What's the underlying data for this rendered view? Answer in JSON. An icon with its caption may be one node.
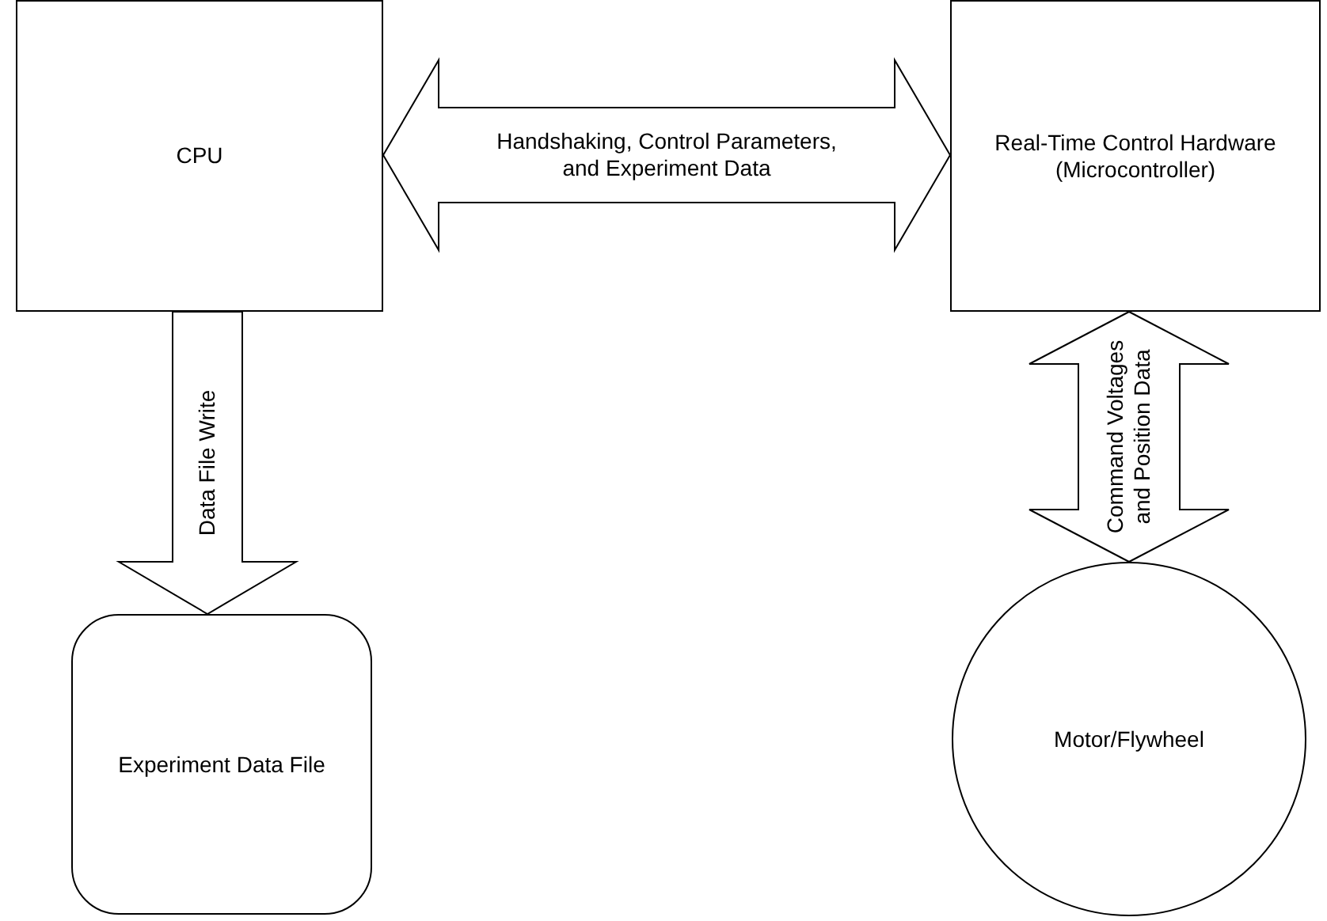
{
  "diagram": {
    "nodes": [
      {
        "text": [
          "CPU"
        ]
      },
      {
        "text": [
          "Real-Time Control Hardware (Microcontroller)"
        ]
      },
      {
        "text": [
          "Experiment Data File"
        ]
      },
      {
        "text": [
          "Motor/Flywheel"
        ]
      }
    ],
    "edges": [
      {
        "from": 0,
        "to": 1,
        "arrow": "both",
        "label": "Handshaking, Control Parameters, and Experiment Data"
      },
      {
        "from": 0,
        "to": 2,
        "arrow": "to",
        "label": "Data File Write"
      },
      {
        "from": 1,
        "to": 3,
        "arrow": "both",
        "label": "Command Voltages and Position Data"
      }
    ]
  }
}
